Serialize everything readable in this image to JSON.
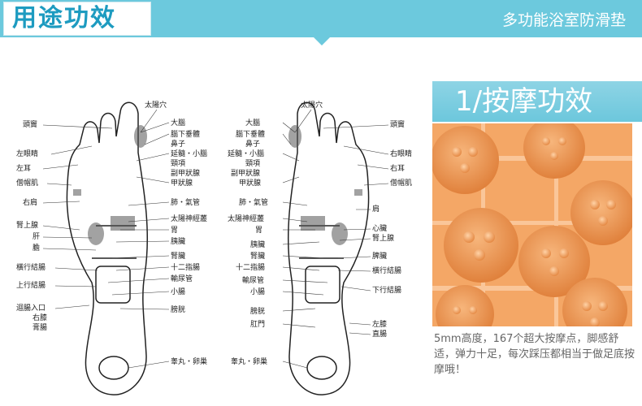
{
  "header": {
    "title": "用途功效",
    "subtitle": "多功能浴室防滑垫"
  },
  "panel": {
    "heading": "1/按摩功效",
    "description": "5mm高度，167个超大按摩点，脚感舒适，弹力十足，每次踩压都相当于做足底按摩哦！"
  },
  "left_foot_labels": [
    "頭竇",
    "左眼睛",
    "左耳",
    "僧帽肌",
    "右肩",
    "腎上腺",
    "肝",
    "膽",
    "橫行結腸",
    "上行結腸",
    "迴腸入口",
    "右膝",
    "膏腸"
  ],
  "center_left_labels": [
    "太陽穴",
    "大腦",
    "腦下垂體",
    "鼻子",
    "延髓・小腦",
    "頸項",
    "副甲狀腺",
    "甲狀腺",
    "肺・氣管",
    "太陽神經叢",
    "胃",
    "胰臟",
    "腎臟",
    "十二指腸",
    "輸尿管",
    "小腸",
    "膀胱",
    "睾丸・卵巢"
  ],
  "center_right_labels": [
    "太陽穴",
    "大腦",
    "腦下垂體",
    "鼻子",
    "延髓・小腦",
    "頸項",
    "副甲狀腺",
    "甲狀腺",
    "肺・氣管",
    "太陽神經叢",
    "胃",
    "胰臟",
    "腎臟",
    "十二指腸",
    "輸尿管",
    "小腸",
    "膀胱",
    "肛門",
    "睾丸・卵巢"
  ],
  "right_foot_labels": [
    "頭竇",
    "右眼睛",
    "右耳",
    "僧帽肌",
    "肩",
    "心臟",
    "腎上腺",
    "脾臟",
    "橫行結腸",
    "下行結腸",
    "左膝",
    "直腸"
  ],
  "colors": {
    "header": "#6cc9dd",
    "title_text": "#1d9bc0",
    "mat": "#f0a15e"
  }
}
